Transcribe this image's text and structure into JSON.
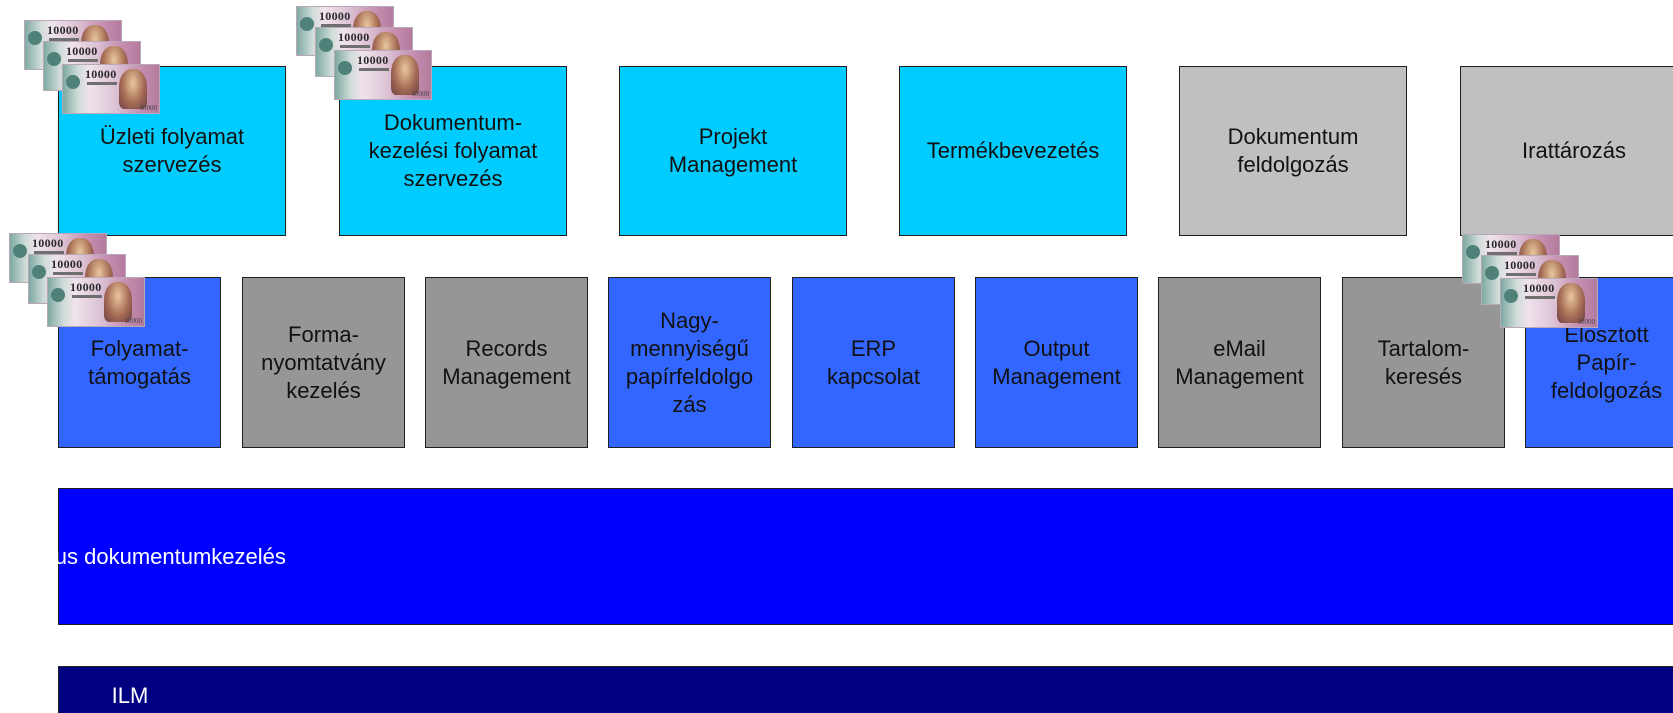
{
  "process_row": [
    {
      "label": "Üzleti folyamat\nszervezés",
      "color": "#00ccff"
    },
    {
      "label": "Dokumentum-\nkezelési folyamat\nszervezés",
      "color": "#00ccff"
    },
    {
      "label": "Projekt\nManagement",
      "color": "#00ccff"
    },
    {
      "label": "Termékbevezetés",
      "color": "#00ccff"
    },
    {
      "label": "Dokumentum\nfeldolgozás",
      "color": "#c0c0c0"
    },
    {
      "label": "Irattározás",
      "color": "#c0c0c0"
    }
  ],
  "module_row": [
    {
      "label": "Folyamat-\ntámogatás",
      "color": "#3366ff"
    },
    {
      "label": "Forma-\nnyomtatvány\nkezelés",
      "color": "#969696"
    },
    {
      "label": "Records\nManagement",
      "color": "#969696"
    },
    {
      "label": "Nagy-\nmennyiségű\npapírfeldolgo\nzás",
      "color": "#3366ff"
    },
    {
      "label": "ERP\nkapcsolat",
      "color": "#3366ff"
    },
    {
      "label": "Output\nManagement",
      "color": "#3366ff"
    },
    {
      "label": "eMail\nManagement",
      "color": "#969696"
    },
    {
      "label": "Tartalom-\nkeresés",
      "color": "#969696"
    },
    {
      "label": "Elosztott\nPapír-\nfeldolgozás",
      "color": "#3366ff"
    }
  ],
  "bands": {
    "classic": "Klasszikus dokumentumkezelés",
    "ilm": "ILM"
  },
  "banknote": {
    "denomination": "10000",
    "small_text": "10000"
  }
}
